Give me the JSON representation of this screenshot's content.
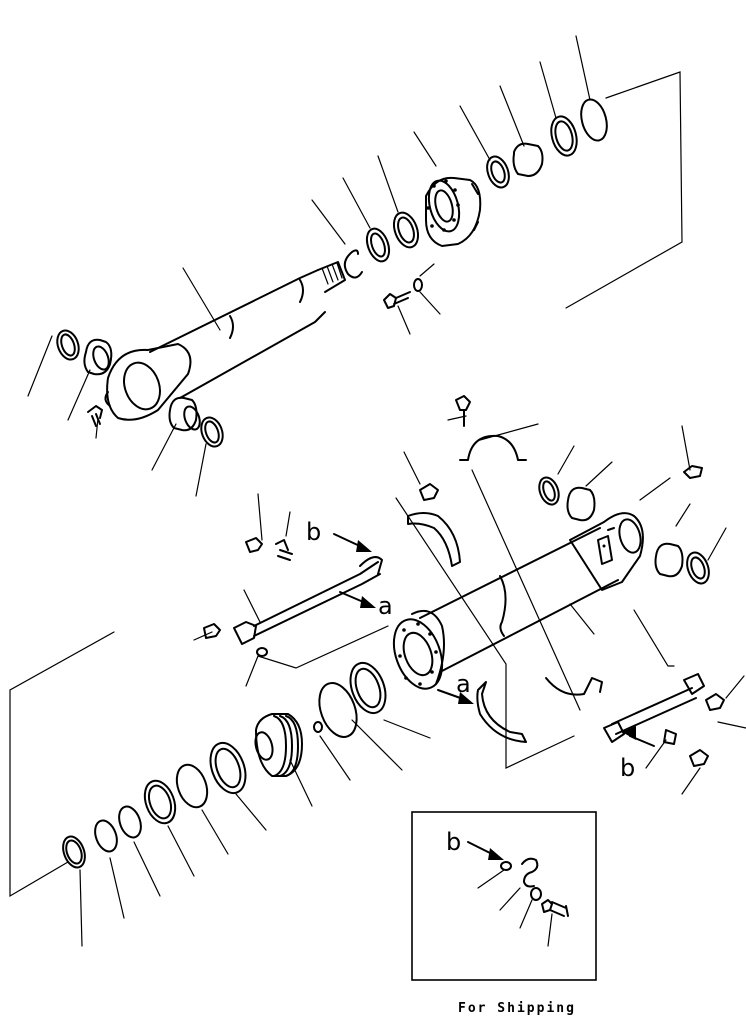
{
  "callouts": {
    "b": "b",
    "a": "a"
  },
  "inset": {
    "caption": "For Shipping"
  }
}
